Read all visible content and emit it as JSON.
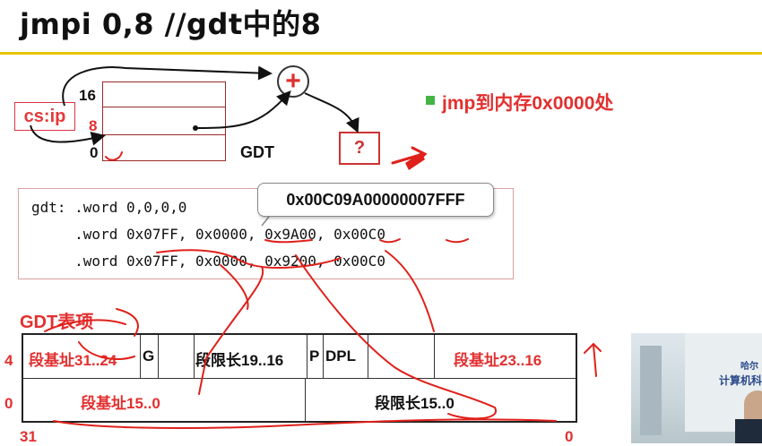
{
  "title": "jmpi 0,8  //gdt中的8",
  "diagram": {
    "gdt_rows": [
      "16",
      "8",
      "0"
    ],
    "csip_label": "cs:ip",
    "gdt_label": "GDT",
    "plus_symbol": "+",
    "question_symbol": "?"
  },
  "bullet": {
    "text": "jmp到内存0x0000处",
    "color": "#43b543"
  },
  "code": {
    "lines": [
      "gdt: .word 0,0,0,0",
      "     .word 0x07FF, 0x0000, 0x9A00, 0x00C0",
      "     .word 0x07FF, 0x0000, 0x9200, 0x00C0"
    ]
  },
  "tooltip": "0x00C09A00000007FFF",
  "entry": {
    "title": "GDT表项",
    "row_top_label": "4",
    "row_bottom_label": "0",
    "bit_left": "31",
    "bit_right": "0",
    "cells_top": [
      "段基址31..24",
      "G",
      "段限长19..16",
      "P",
      "DPL",
      "段基址23..16"
    ],
    "cells_bottom": [
      "段基址15..0",
      "段限长15..0"
    ]
  },
  "photo_text": [
    "哈尔",
    "计算机科"
  ],
  "colors": {
    "accent_red": "#e23030",
    "title_rule": "#e8c400"
  }
}
